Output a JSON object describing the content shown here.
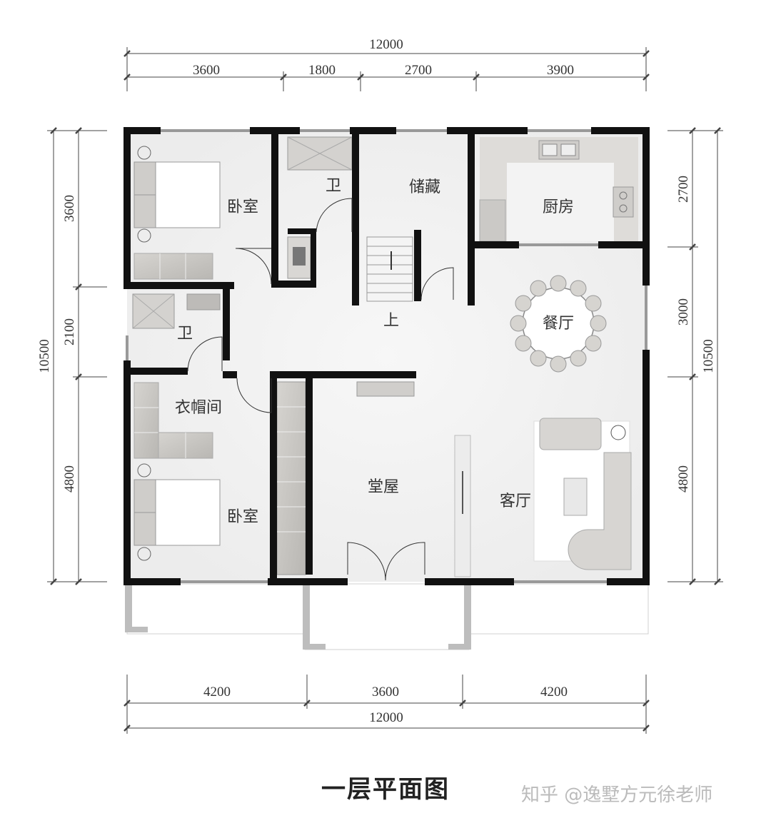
{
  "title": "一层平面图",
  "watermark": "知乎 @逸墅方元徐老师",
  "dimensions": {
    "top_total": "12000",
    "top_segments": [
      "3600",
      "1800",
      "2700",
      "3900"
    ],
    "bottom_total": "12000",
    "bottom_segments": [
      "4200",
      "3600",
      "4200"
    ],
    "left_total": "10500",
    "left_segments": [
      "3600",
      "2100",
      "4800"
    ],
    "right_total": "10500",
    "right_segments": [
      "2700",
      "3000",
      "4800"
    ]
  },
  "rooms": {
    "bedroom_1": "卧室",
    "bath_1": "卫",
    "storage": "储藏",
    "kitchen": "厨房",
    "bath_2": "卫",
    "dining": "餐厅",
    "closet": "衣帽间",
    "bedroom_2": "卧室",
    "hall": "堂屋",
    "living": "客厅",
    "stair_up": "上"
  }
}
